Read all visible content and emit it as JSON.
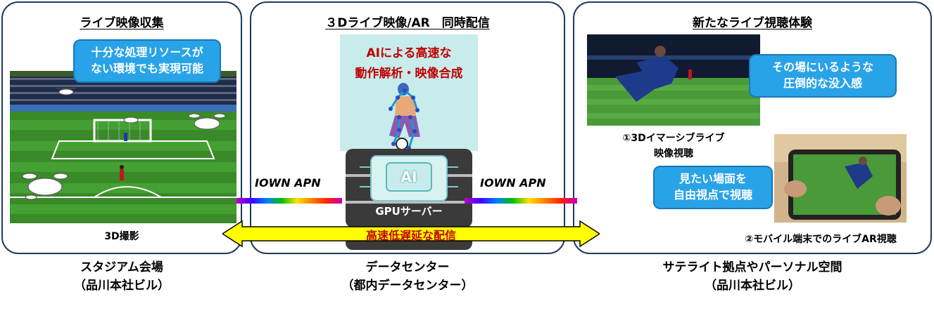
{
  "left": {
    "title": "ライブ映像収集",
    "bubble_line1": "十分な処理リソースが",
    "bubble_line2": "ない環境でも実現可能",
    "caption": "3D撮影",
    "location_line1": "スタジアム会場",
    "location_line2": "（品川本社ビル）"
  },
  "middle": {
    "title": "３Dライブ映像/AR　同時配信",
    "ai_line1": "AIによる高速な",
    "ai_line2": "動作解析・映像合成",
    "server_label": "GPUサーバー",
    "ai_chip_label": "AI",
    "apn_left": "IOWN APN",
    "apn_right": "IOWN APN",
    "delivery_label": "高速低遅延な配信",
    "location_line1": "データセンター",
    "location_line2": "（都内データセンター）"
  },
  "right": {
    "title": "新たなライブ視聴体験",
    "bubble1_line1": "その場にいるような",
    "bubble1_line2": "圧倒的な没入感",
    "caption1_line1": "①3Dイマーシブライブ",
    "caption1_line2": "映像視聴",
    "bubble2_line1": "見たい場面を",
    "bubble2_line2": "自由視点で視聴",
    "caption2": "②モバイル端末でのライブAR視聴",
    "location_line1": "サテライト拠点やパーソナル空間",
    "location_line2": "（品川本社ビル）"
  },
  "colors": {
    "panel_border": "#1f3a5f",
    "bubble_blue": "#29a3e8",
    "ai_text_red": "#c00000",
    "arrow_yellow": "#ffff00",
    "ai_panel_bg": "#c8ecec"
  }
}
